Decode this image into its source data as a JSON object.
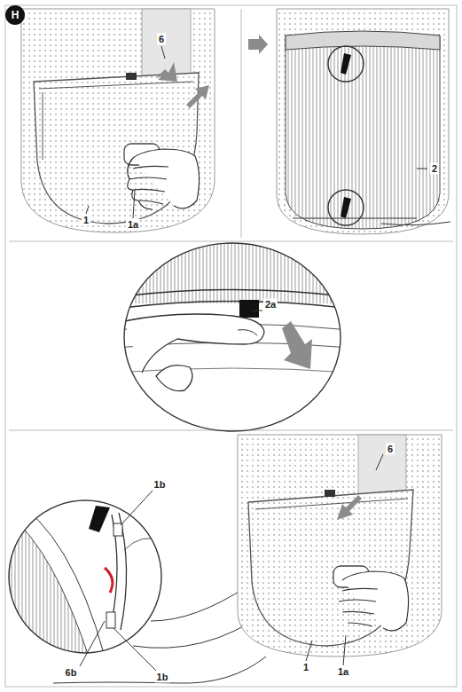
{
  "diagram": {
    "nodes": [
      {
        "text": [
          "H"
        ]
      }
    ],
    "labels": [
      "6",
      "1a",
      "1",
      "2",
      "2a",
      "1b",
      "6",
      "6b",
      "1b",
      "1",
      "1a"
    ]
  }
}
